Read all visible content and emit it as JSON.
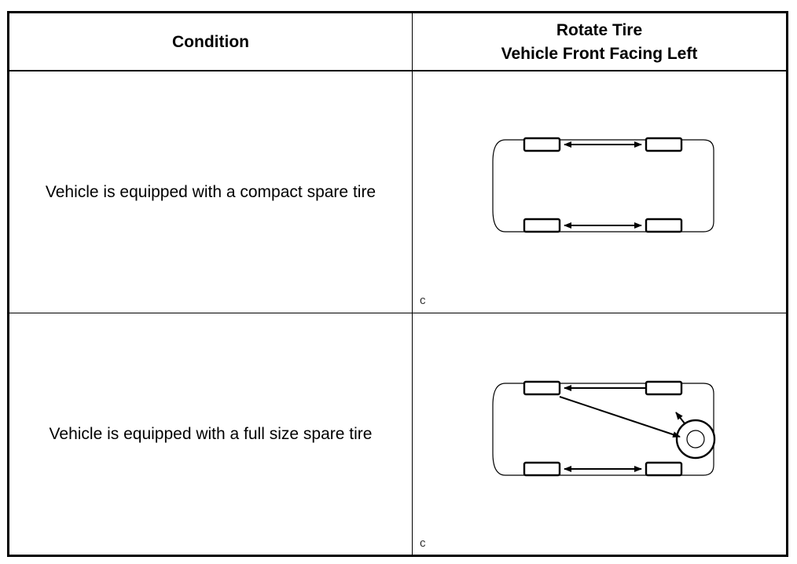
{
  "table": {
    "header": {
      "condition": "Condition",
      "rotate_line1": "Rotate Tire",
      "rotate_line2": "Vehicle Front Facing Left"
    },
    "rows": [
      {
        "condition": "Vehicle is equipped with a compact spare tire",
        "diagram": "compact-spare-rotation-diagram",
        "ref_code": "c"
      },
      {
        "condition": "Vehicle is equipped with a full size spare tire",
        "diagram": "full-size-spare-rotation-diagram",
        "ref_code": "c"
      }
    ]
  }
}
